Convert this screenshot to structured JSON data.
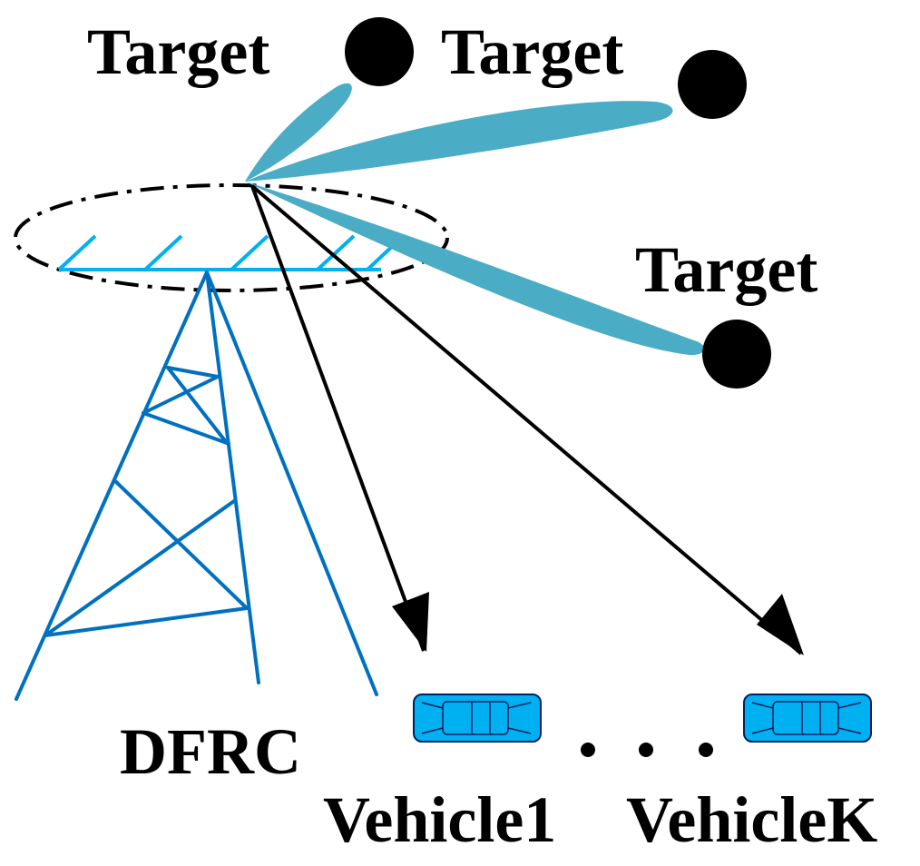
{
  "labels": {
    "target_top_left": "Target",
    "target_top_right": "Target",
    "target_right": "Target",
    "dfrc": "DFRC",
    "vehicle_first": "Vehicle1",
    "vehicle_last": "VehicleK"
  },
  "colors": {
    "beam": "#4BACC6",
    "tower": "#0070C0",
    "antenna_array": "#00B0F0",
    "car_body": "#00B0F0",
    "car_outline": "#002060",
    "ink": "#000000"
  },
  "icons": {
    "tower": "lattice-tower-icon",
    "car": "car-top-view-icon",
    "target": "target-dot-icon"
  }
}
